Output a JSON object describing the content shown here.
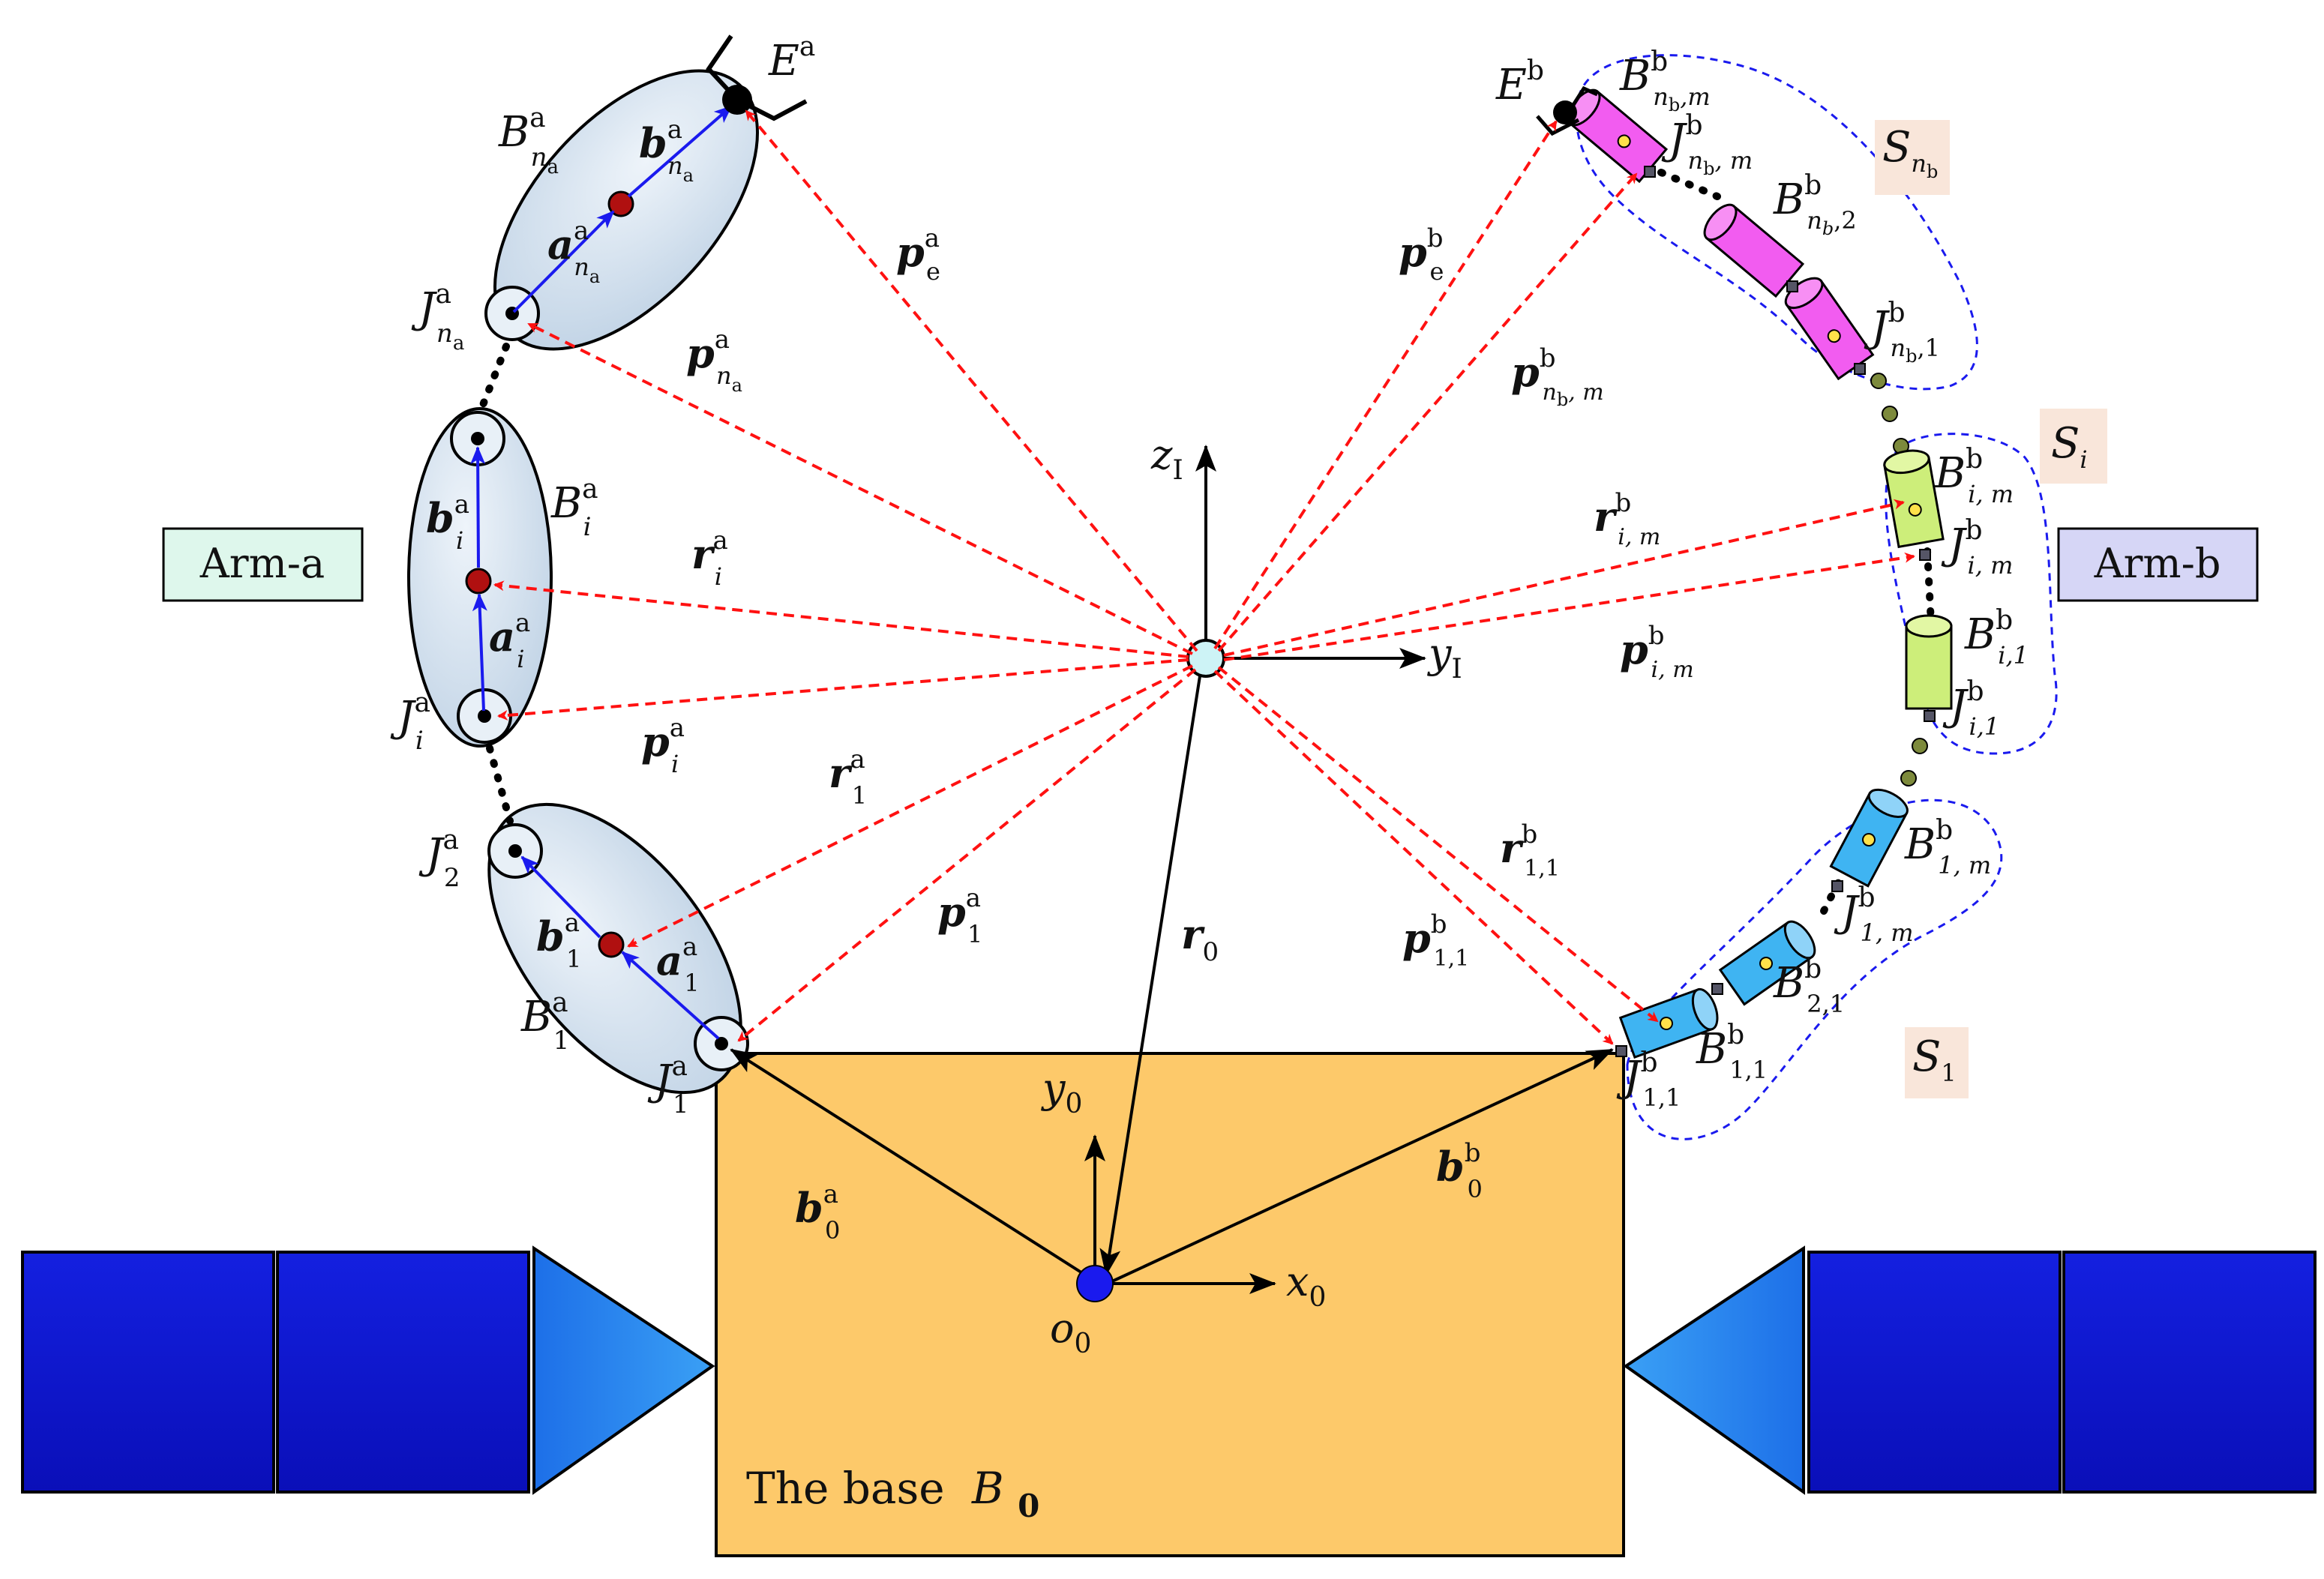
{
  "arm_a_label": "Arm-a",
  "arm_b_label": "Arm-b",
  "base_label": "The base",
  "base_symbol": "B",
  "base_symbol_sub": "0",
  "colors": {
    "base_fill": "#fdc96a",
    "panel_blue": "#0a17d9",
    "triangle_blue": "#2f8af0",
    "arm_a_body": "#d5e2ee",
    "arm_a_box": "#def7ec",
    "arm_b_box": "#d6d6f6",
    "pink_link": "#f25cf0",
    "green_link": "#cdee7a",
    "cyan_link": "#3fb4f2",
    "dash_red": "#ff1111",
    "tag_bg": "#f9e6da"
  },
  "axes": {
    "zI": "z",
    "zI_sub": "I",
    "yI": "y",
    "yI_sub": "I",
    "y0": "y",
    "y0_sub": "0",
    "x0": "x",
    "x0_sub": "0",
    "o0": "o",
    "o0_sub": "0"
  },
  "arm_a": {
    "E": "E",
    "E_sup": "a",
    "Bna": "B",
    "Bna_sup": "a",
    "Bna_sub": "n",
    "Bna_subsub": "a",
    "bna": "b",
    "bna_sup": "a",
    "bna_sub": "n",
    "bna_subsub": "a",
    "ana": "a",
    "ana_sup": "a",
    "ana_sub": "n",
    "ana_subsub": "a",
    "Jna": "J",
    "Jna_sup": "a",
    "Jna_sub": "n",
    "Jna_subsub": "a",
    "bi": "b",
    "bi_sup": "a",
    "bi_sub": "i",
    "Bi": "B",
    "Bi_sup": "a",
    "Bi_sub": "i",
    "ai": "a",
    "ai_sup": "a",
    "ai_sub": "i",
    "Ji": "J",
    "Ji_sup": "a",
    "Ji_sub": "i",
    "J2": "J",
    "J2_sup": "a",
    "J2_sub": "2",
    "b1": "b",
    "b1_sup": "a",
    "b1_sub": "1",
    "a1": "a",
    "a1_sup": "a",
    "a1_sub": "1",
    "B1": "B",
    "B1_sup": "a",
    "B1_sub": "1",
    "J1": "J",
    "J1_sup": "a",
    "J1_sub": "1"
  },
  "vectors_a": {
    "pe": "p",
    "pe_sup": "a",
    "pe_sub": "e",
    "pna": "p",
    "pna_sup": "a",
    "pna_sub": "n",
    "pna_subsub": "a",
    "ri": "r",
    "ri_sup": "a",
    "ri_sub": "i",
    "pi": "p",
    "pi_sup": "a",
    "pi_sub": "i",
    "r1": "r",
    "r1_sup": "a",
    "r1_sub": "1",
    "p1": "p",
    "p1_sup": "a",
    "p1_sub": "1",
    "r0": "r",
    "r0_sub": "0",
    "b0a": "b",
    "b0a_sup": "a",
    "b0a_sub": "0",
    "b0b": "b",
    "b0b_sup": "b",
    "b0b_sub": "0"
  },
  "arm_b": {
    "E": "E",
    "E_sup": "b",
    "Bnbm": "B",
    "Bnbm_sup": "b",
    "Bnbm_sub": "n",
    "Bnbm_subsub": "b",
    "Bnbm_tail": ",m",
    "Jnbm": "J",
    "Jnbm_sup": "b",
    "Jnbm_sub": "n",
    "Jnbm_subsub": "b",
    "Jnbm_tail": ", m",
    "Snb": "S",
    "Snb_sub": "n",
    "Snb_subsub": "b",
    "Bnb2": "B",
    "Bnb2_sup": "b",
    "Bnb2_sub": "n",
    "Bnb2_subsub": "b",
    "Bnb2_tail": ",2",
    "Jnb1": "J",
    "Jnb1_sup": "b",
    "Jnb1_sub": "n",
    "Jnb1_subsub": "b",
    "Jnb1_tail": ",1",
    "Si": "S",
    "Si_sub": "i",
    "Bim": "B",
    "Bim_sup": "b",
    "Bim_sub": "i, m",
    "Jim": "J",
    "Jim_sup": "b",
    "Jim_sub": "i, m",
    "Bi1": "B",
    "Bi1_sup": "b",
    "Bi1_sub": "i,1",
    "Ji1": "J",
    "Ji1_sup": "b",
    "Ji1_sub": "i,1",
    "B1m": "B",
    "B1m_sup": "b",
    "B1m_sub": "1, m",
    "J1m": "J",
    "J1m_sup": "b",
    "J1m_sub": "1, m",
    "B21": "B",
    "B21_sup": "b",
    "B21_sub": "2,1",
    "S1": "S",
    "S1_sub": "1",
    "B11": "B",
    "B11_sup": "b",
    "B11_sub": "1,1",
    "J11": "J",
    "J11_sup": "b",
    "J11_sub": "1,1"
  },
  "vectors_b": {
    "pe": "p",
    "pe_sup": "b",
    "pe_sub": "e",
    "pnbm": "p",
    "pnbm_sup": "b",
    "pnbm_sub": "n",
    "pnbm_subsub": "b",
    "pnbm_tail": ", m",
    "rim": "r",
    "rim_sup": "b",
    "rim_sub": "i, m",
    "pim": "p",
    "pim_sup": "b",
    "pim_sub": "i, m",
    "r11": "r",
    "r11_sup": "b",
    "r11_sub": "1,1",
    "p11": "p",
    "p11_sup": "b",
    "p11_sub": "1,1"
  }
}
